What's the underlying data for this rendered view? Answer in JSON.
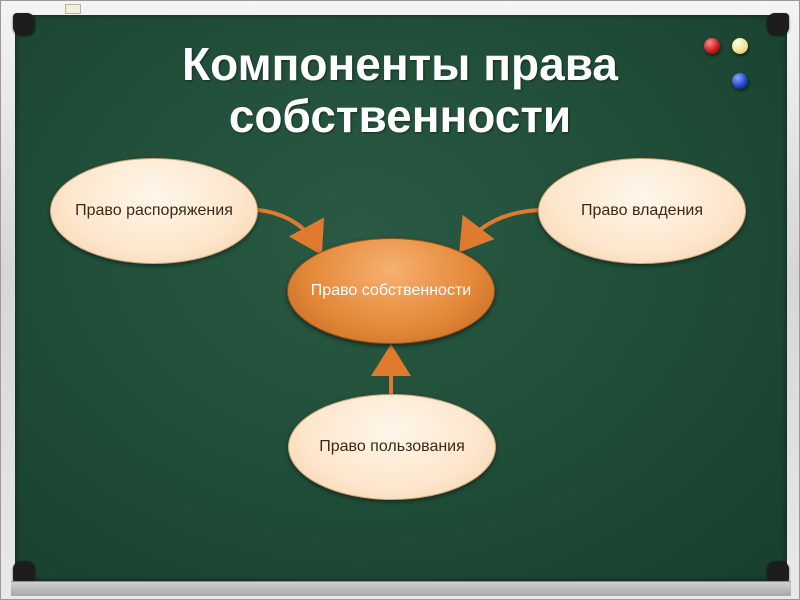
{
  "title": {
    "line1": "Компоненты права",
    "line2": "собственности"
  },
  "nodes": {
    "left": "Право распоряжения",
    "right": "Право владения",
    "center": "Право собственности",
    "bottom": "Право пользования"
  },
  "colors": {
    "board": "#1f4c37",
    "center_node": "#e48a3a",
    "outer_node": "#fde6cc",
    "arrow": "#e07a2e",
    "title_text": "#ffffff"
  }
}
